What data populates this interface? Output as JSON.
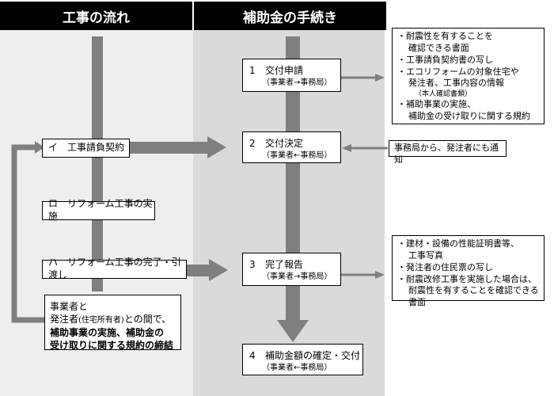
{
  "headers": {
    "left": "工事の流れ",
    "right": "補助金の手続き"
  },
  "left_steps": {
    "i": "イ　工事請負契約",
    "ro": "ロ　リフォーム工事の実施",
    "ha": "ハ　リフォーム工事の完了・引渡し"
  },
  "agreement": {
    "line1": "事業者と",
    "line2_a": "発注者",
    "line2_small": "(住宅所有者)",
    "line2_b": "との間で、",
    "line3": "補助事業の実施、補助金の",
    "line4": "受け取りに関する規約の締結"
  },
  "right_steps": [
    {
      "num": "1",
      "title": "交付申請",
      "sub": "（事業者→事務局）"
    },
    {
      "num": "2",
      "title": "交付決定",
      "sub": "（事業者←事務局）"
    },
    {
      "num": "3",
      "title": "完了報告",
      "sub": "（事業者→事務局）"
    },
    {
      "num": "4",
      "title": "補助金額の確定・交付",
      "sub": "（事業者←事務局）"
    }
  ],
  "notes": {
    "application": {
      "l1": "・耐震性を有することを",
      "l1c": "確認できる書面",
      "l2": "・工事請負契約書の写し",
      "l3": "・エコリフォームの対象住宅や",
      "l3c": "発注者、工事内容の情報",
      "l3s": "（本人確認書類）",
      "l4": "・補助事業の実施、",
      "l4c": "補助金の受け取りに関する規約"
    },
    "decision": "事務局から、発注者にも通知",
    "report": {
      "l1": "・建材・設備の性能証明書等、",
      "l1c": "工事写真",
      "l2": "・発注者の住民票の写し",
      "l3": "・耐震改修工事を実施した場合は、",
      "l3c": "耐震性を有することを確認できる書面"
    }
  },
  "colors": {
    "arrow": "#7f7f7f",
    "header_bg": "#000000",
    "left_panel": "#eeeeee",
    "right_panel": "#dadada"
  }
}
